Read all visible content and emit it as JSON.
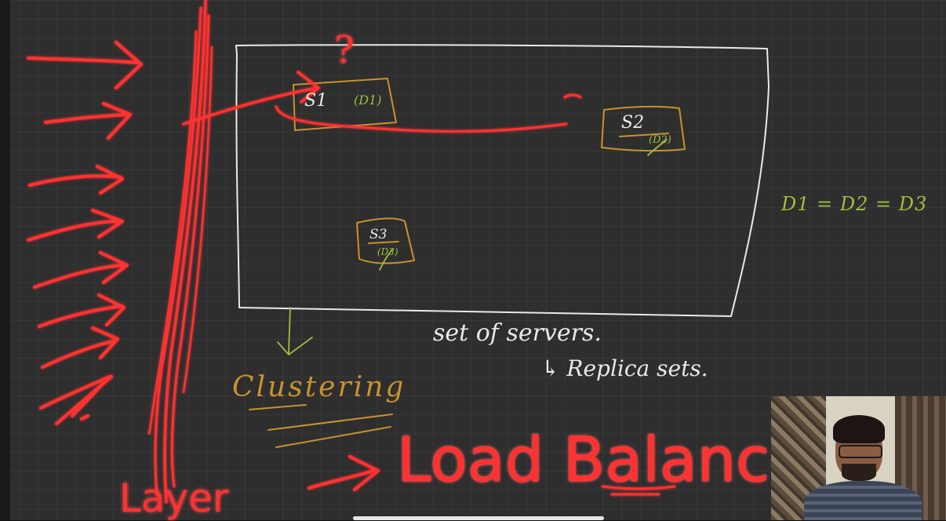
{
  "whiteboard": {
    "servers": [
      {
        "name": "S1",
        "db": "(D1)"
      },
      {
        "name": "S2",
        "db": "(D2)"
      },
      {
        "name": "S3",
        "db": "(D3)"
      }
    ],
    "question_mark": "?",
    "equality_note": "D1 = D2 = D3",
    "set_of_servers": "set of servers.",
    "replica_sets": "↳ Replica sets.",
    "clustering": "Clustering",
    "load_balancer": "Load Balancer",
    "layer": "Layer"
  },
  "colors": {
    "ink_red": "#ff3131",
    "ink_white": "#e9e9e9",
    "ink_orange": "#c9922e",
    "ink_green": "#9fbf3a",
    "board_background": "#2e2e2f"
  }
}
